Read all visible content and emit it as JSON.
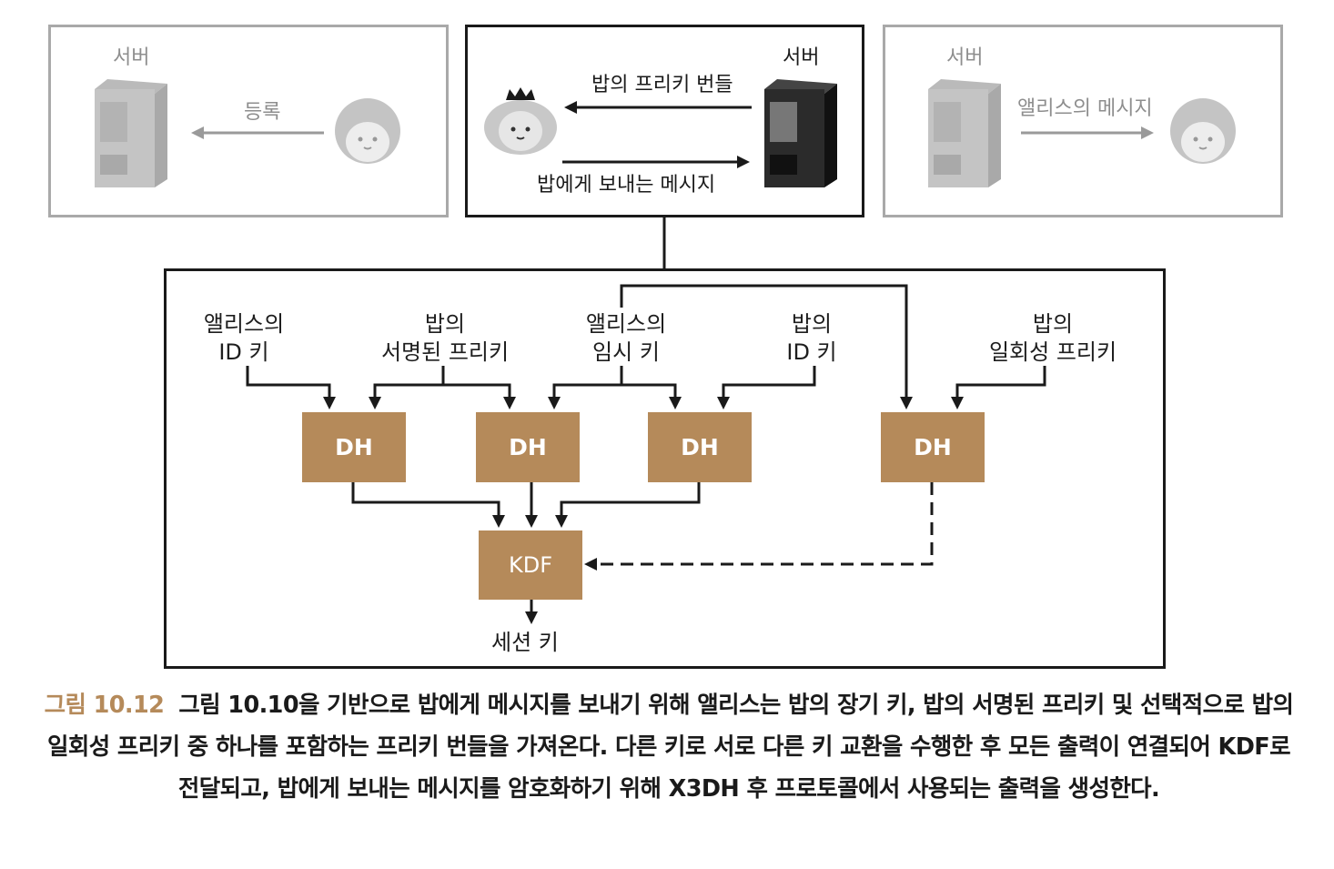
{
  "panels": {
    "left": {
      "server_label": "서버",
      "arrow_label": "등록"
    },
    "center": {
      "server_label": "서버",
      "arrow_top_label": "밥의 프리키 번들",
      "arrow_bottom_label": "밥에게 보내는 메시지"
    },
    "right": {
      "server_label": "서버",
      "arrow_label": "앨리스의 메시지"
    }
  },
  "diagram": {
    "keys": [
      {
        "line1": "앨리스의",
        "line2": "ID 키"
      },
      {
        "line1": "밥의",
        "line2": "서명된 프리키"
      },
      {
        "line1": "앨리스의",
        "line2": "임시 키"
      },
      {
        "line1": "밥의",
        "line2": "ID 키"
      },
      {
        "line1": "밥의",
        "line2": "일회성 프리키"
      }
    ],
    "dh_label": "DH",
    "kdf_label": "KDF",
    "output_label": "세션 키"
  },
  "caption": {
    "number": "그림 10.12",
    "text": "그림 10.10을 기반으로 밥에게 메시지를 보내기 위해 앨리스는 밥의 장기 키, 밥의 서명된 프리키 및 선택적으로 밥의 일회성 프리키 중 하나를 포함하는 프리키 번들을 가져온다. 다른 키로 서로 다른 키 교환을 수행한 후 모든 출력이 연결되어 KDF로 전달되고, 밥에게 보내는 메시지를 암호화하기 위해 X3DH 후 프로토콜에서 사용되는 출력을 생성한다."
  },
  "colors": {
    "accent": "#b58a5a",
    "dim_gray": "#a9a9a9",
    "dark": "#1a1a1a"
  }
}
